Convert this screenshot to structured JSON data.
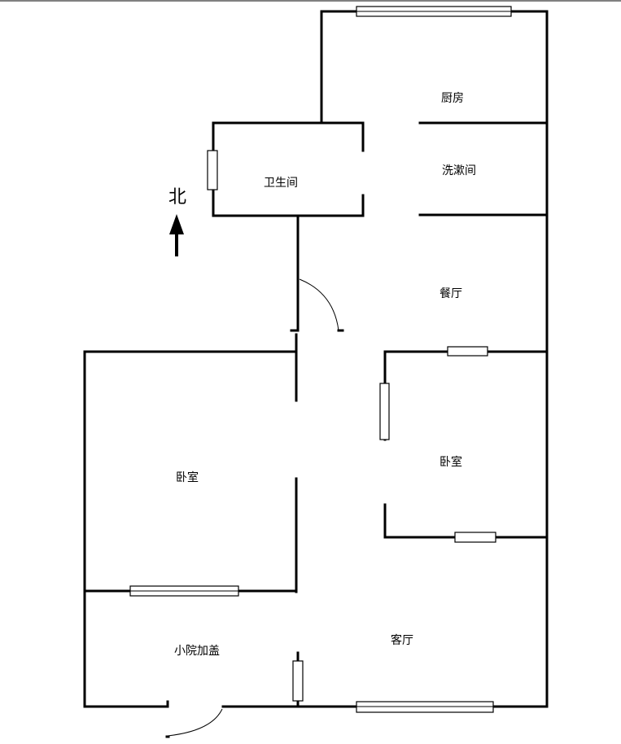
{
  "rooms": {
    "kitchen": "厨房",
    "washroom": "洗漱间",
    "bathroom": "卫生间",
    "dining": "餐厅",
    "bedroom_left": "卧室",
    "bedroom_right": "卧室",
    "courtyard": "小院加盖",
    "living": "客厅"
  },
  "compass": {
    "label": "北",
    "icon": "north-arrow-icon"
  }
}
